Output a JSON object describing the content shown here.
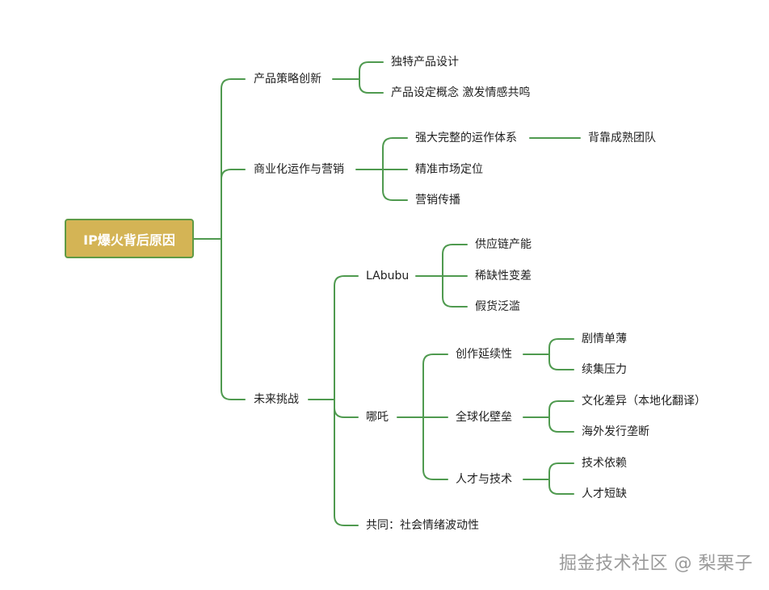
{
  "root": "IP爆火背后原因",
  "branches": [
    {
      "label": "产品策略创新",
      "children": [
        {
          "label": "独特产品设计"
        },
        {
          "label": "产品设定概念 激发情感共鸣"
        }
      ]
    },
    {
      "label": "商业化运作与营销",
      "children": [
        {
          "label": "强大完整的运作体系",
          "children": [
            {
              "label": "背靠成熟团队"
            }
          ]
        },
        {
          "label": "精准市场定位"
        },
        {
          "label": "营销传播"
        }
      ]
    },
    {
      "label": "未来挑战",
      "children": [
        {
          "label": "LAbubu",
          "children": [
            {
              "label": "供应链产能"
            },
            {
              "label": "稀缺性变差"
            },
            {
              "label": "假货泛滥"
            }
          ]
        },
        {
          "label": "哪吒",
          "children": [
            {
              "label": "创作延续性",
              "children": [
                {
                  "label": "剧情单薄"
                },
                {
                  "label": "续集压力"
                }
              ]
            },
            {
              "label": "全球化壁垒",
              "children": [
                {
                  "label": "文化差异（本地化翻译）"
                },
                {
                  "label": "海外发行垄断"
                }
              ]
            },
            {
              "label": "人才与技术",
              "children": [
                {
                  "label": "技术依赖"
                },
                {
                  "label": "人才短缺"
                }
              ]
            }
          ]
        },
        {
          "label": "共同：社会情绪波动性"
        }
      ]
    }
  ],
  "watermark": "掘金技术社区 @ 梨栗子",
  "colors": {
    "line": "#4f9a4f",
    "root_fill": "#d4b455",
    "root_border": "#5f9a45"
  }
}
